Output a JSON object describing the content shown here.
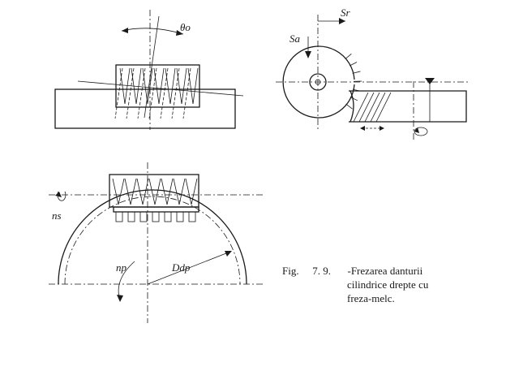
{
  "labels": {
    "theta": "θo",
    "sr": "Sr",
    "sa": "Sa",
    "ns": "ns",
    "np": "np",
    "ddp": "Ddp"
  },
  "caption": {
    "fig": "Fig.",
    "number": "7. 9.",
    "line1": "-Frezarea danturii",
    "line2": "cilindrice drepte cu",
    "line3": "freza-melc."
  }
}
